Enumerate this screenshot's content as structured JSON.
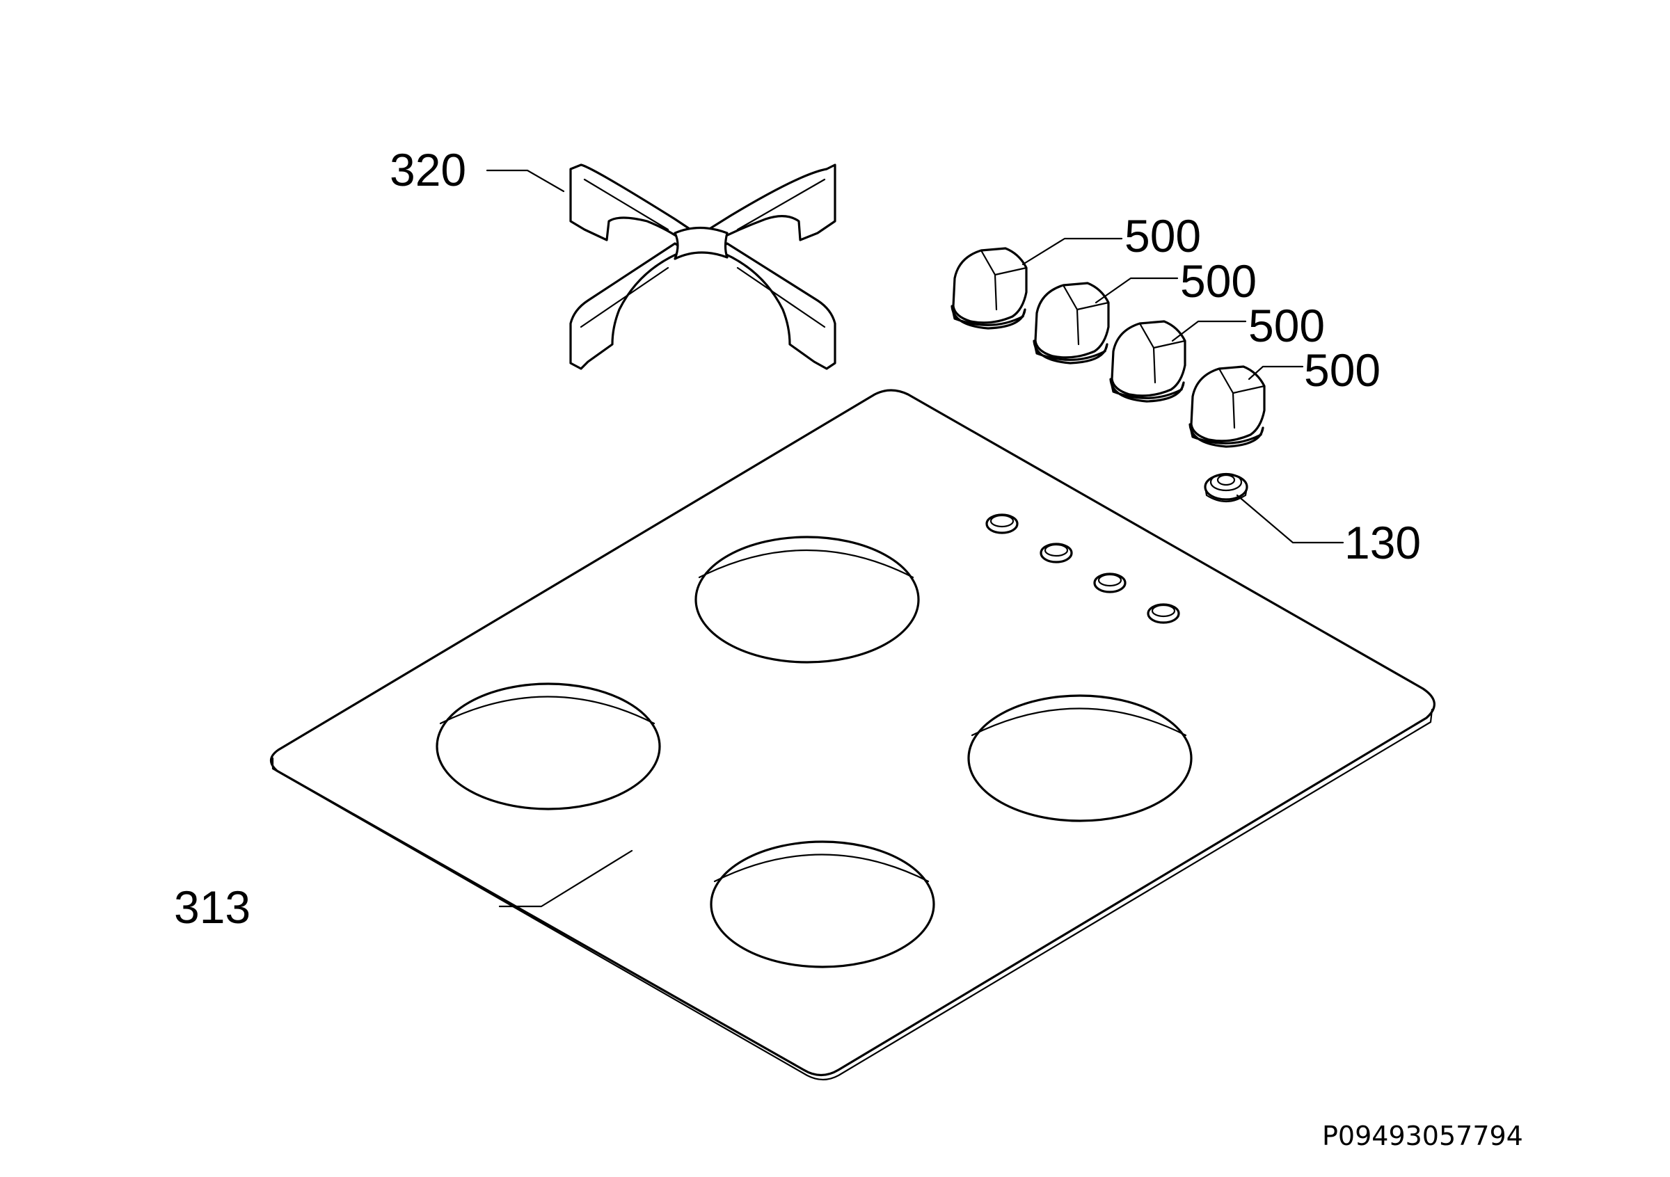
{
  "diagram": {
    "parts": [
      {
        "id": "grid",
        "number": "320"
      },
      {
        "id": "knob-1",
        "number": "500"
      },
      {
        "id": "knob-2",
        "number": "500"
      },
      {
        "id": "knob-3",
        "number": "500"
      },
      {
        "id": "knob-4",
        "number": "500"
      },
      {
        "id": "ignition-button",
        "number": "130"
      },
      {
        "id": "hob-top",
        "number": "313"
      }
    ],
    "drawing_code": "P09493057794"
  }
}
